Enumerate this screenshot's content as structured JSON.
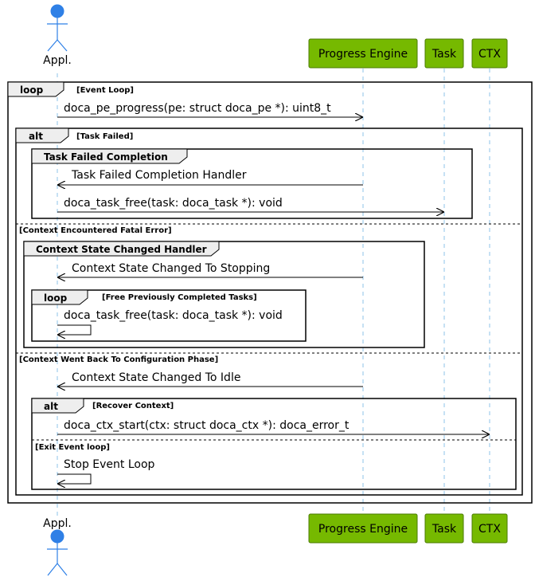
{
  "colors": {
    "participant_fill": "#76b900",
    "participant_stroke": "#4a7a00",
    "actor_fill": "#2f80e6",
    "actor_stroke": "#2f80e6",
    "lifeline": "#8cc3e8",
    "frame_stroke": "#000000",
    "frame_tab_fill": "#eeeeee"
  },
  "participants": {
    "appl": "Appl.",
    "progress_engine": "Progress Engine",
    "task": "Task",
    "ctx": "CTX"
  },
  "fragments": {
    "loop_outer": {
      "keyword": "loop",
      "guard": "[Event Loop]"
    },
    "alt_task_failed": {
      "keyword": "alt",
      "guard": "[Task Failed]"
    },
    "group_task_failed_completion": {
      "title": "Task Failed Completion"
    },
    "else_fatal_error": {
      "guard": "[Context Encountered Fatal Error]"
    },
    "group_context_state_changed": {
      "title": "Context State Changed Handler"
    },
    "loop_free_tasks": {
      "keyword": "loop",
      "guard": "[Free Previously Completed Tasks]"
    },
    "else_config_phase": {
      "guard": "[Context Went Back To Configuration Phase]"
    },
    "alt_recover": {
      "keyword": "alt",
      "guard": "[Recover Context]"
    },
    "else_exit_loop": {
      "guard": "[Exit Event loop]"
    }
  },
  "messages": {
    "m1": "doca_pe_progress(pe: struct doca_pe *): uint8_t",
    "m2": "Task Failed Completion Handler",
    "m3": "doca_task_free(task: doca_task *): void",
    "m4": "Context State Changed To Stopping",
    "m5": "doca_task_free(task: doca_task *): void",
    "m6": "Context State Changed To Idle",
    "m7": "doca_ctx_start(ctx: struct doca_ctx *): doca_error_t",
    "m8": "Stop Event Loop"
  }
}
